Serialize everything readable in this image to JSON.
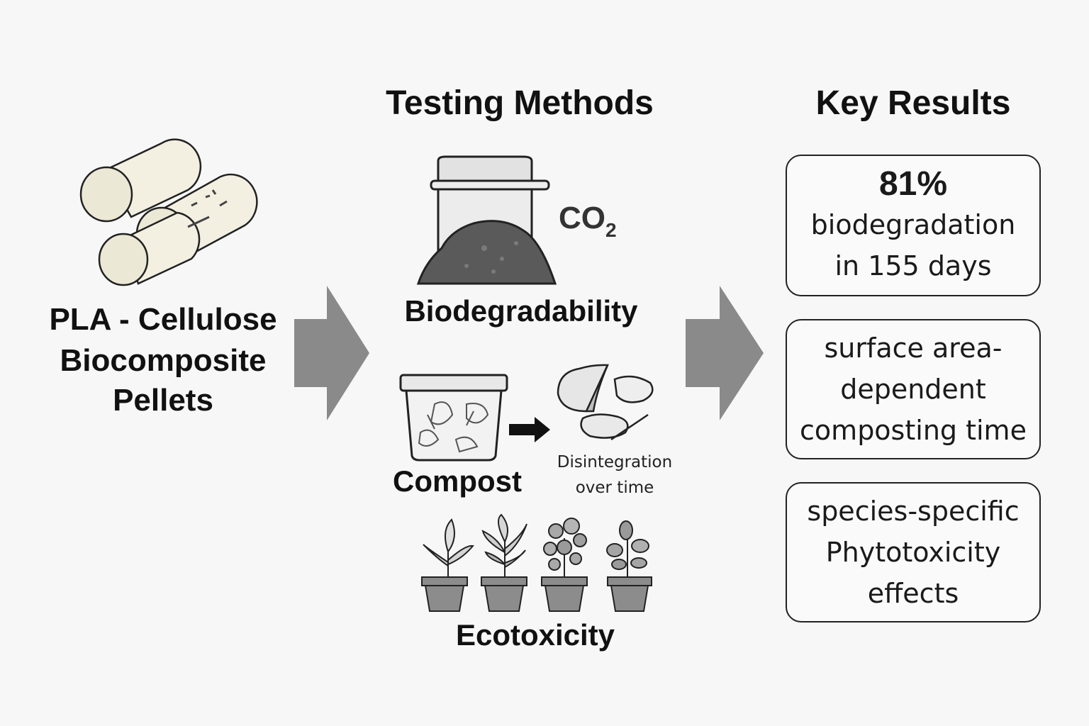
{
  "columns": {
    "methods_heading": "Testing Methods",
    "results_heading": "Key Results"
  },
  "input": {
    "line1": "PLA - Cellulose",
    "line2": "Biocomposite",
    "line3": "Pellets"
  },
  "methods": {
    "biodegradability": {
      "gas_label": "CO",
      "gas_subscript": "2",
      "label": "Biodegradability"
    },
    "compost": {
      "label": "Compost",
      "disintegration_line1": "Disintegration",
      "disintegration_line2": "over time"
    },
    "ecotoxicity": {
      "label": "Ecotoxicity"
    }
  },
  "results": {
    "r1_value": "81%",
    "r1_line1": "biodegradation",
    "r1_line2": "in 155 days",
    "r2_line1": "surface area-",
    "r2_line2": "dependent",
    "r2_line3": "composting time",
    "r3_line1": "species-specific",
    "r3_line2": "Phytotoxicity",
    "r3_line3": "effects"
  },
  "colors": {
    "arrow": "#8a8a8a",
    "soil": "#5a5a5a",
    "pot": "#8c8c8c",
    "pellet": "#f3f0e2"
  }
}
